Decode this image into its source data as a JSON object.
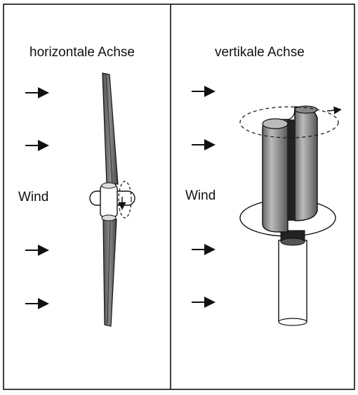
{
  "left_panel": {
    "title": "horizontale Achse",
    "wind_label": "Wind"
  },
  "right_panel": {
    "title": "vertikale Achse",
    "wind_label": "Wind"
  },
  "colors": {
    "ink": "#111111",
    "background": "#ffffff",
    "blade_gray": "#7a7a7a",
    "rotor_gray": "#9a9a9a"
  }
}
